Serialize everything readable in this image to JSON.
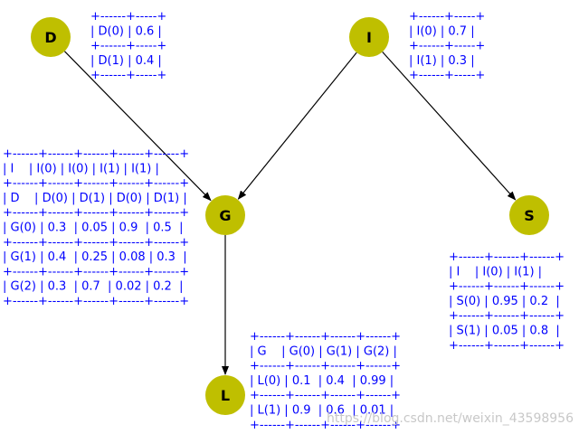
{
  "colors": {
    "node": "#bfbf00",
    "node_label": "#000000",
    "cpd_text": "#0000ff",
    "edge": "#000000",
    "watermark": "#c8c8c8"
  },
  "nodes": {
    "D": {
      "label": "D"
    },
    "I": {
      "label": "I"
    },
    "G": {
      "label": "G"
    },
    "S": {
      "label": "S"
    },
    "L": {
      "label": "L"
    }
  },
  "edges": [
    {
      "from": "D",
      "to": "G"
    },
    {
      "from": "I",
      "to": "G"
    },
    {
      "from": "I",
      "to": "S"
    },
    {
      "from": "G",
      "to": "L"
    }
  ],
  "cpds": {
    "D": [
      "+------+-----+",
      "| D(0) | 0.6 |",
      "+------+-----+",
      "| D(1) | 0.4 |",
      "+------+-----+"
    ],
    "I": [
      "+------+-----+",
      "| I(0) | 0.7 |",
      "+------+-----+",
      "| I(1) | 0.3 |",
      "+------+-----+"
    ],
    "G": [
      "+------+------+------+------+------+",
      "| I    | I(0) | I(0) | I(1) | I(1) |",
      "+------+------+------+------+------+",
      "| D    | D(0) | D(1) | D(0) | D(1) |",
      "+------+------+------+------+------+",
      "| G(0) | 0.3  | 0.05 | 0.9  | 0.5  |",
      "+------+------+------+------+------+",
      "| G(1) | 0.4  | 0.25 | 0.08 | 0.3  |",
      "+------+------+------+------+------+",
      "| G(2) | 0.3  | 0.7  | 0.02 | 0.2  |",
      "+------+------+------+------+------+"
    ],
    "S": [
      "+------+------+------+",
      "| I    | I(0) | I(1) |",
      "+------+------+------+",
      "| S(0) | 0.95 | 0.2  |",
      "+------+------+------+",
      "| S(1) | 0.05 | 0.8  |",
      "+------+------+------+"
    ],
    "L": [
      "+------+------+------+------+",
      "| G    | G(0) | G(1) | G(2) |",
      "+------+------+------+------+",
      "| L(0) | 0.1  | 0.4  | 0.99 |",
      "+------+------+------+------+",
      "| L(1) | 0.9  | 0.6  | 0.01 |",
      "+------+------+------+------+"
    ]
  },
  "watermark": "https://blog.csdn.net/weixin_43598956"
}
